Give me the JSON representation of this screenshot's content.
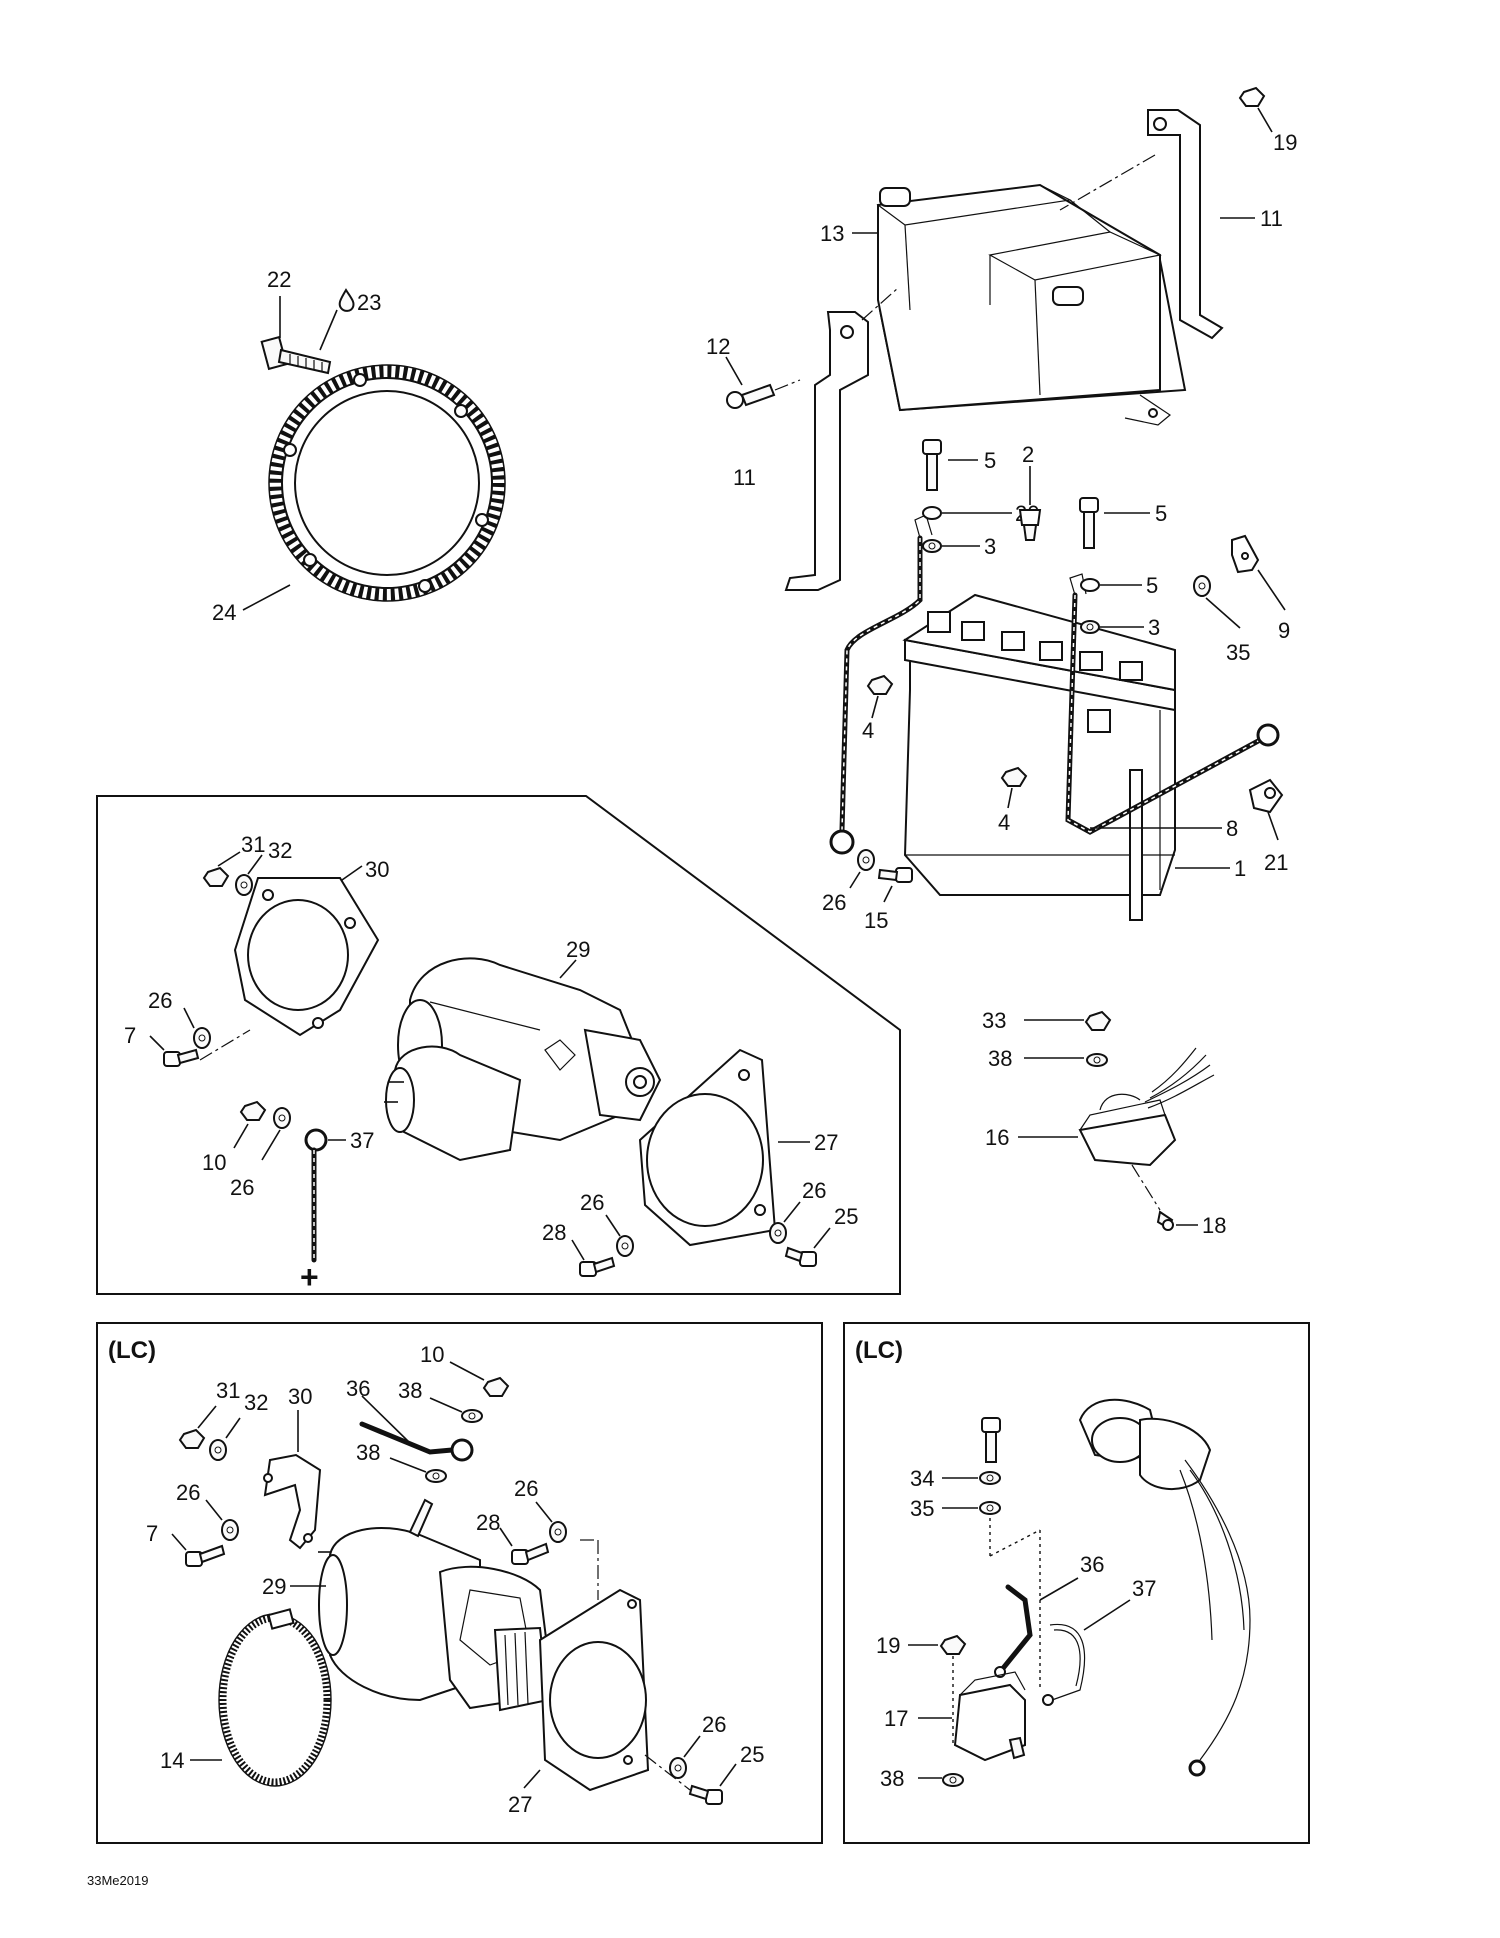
{
  "figure_code": "33Me2019",
  "panel_tags": [
    "(LC)",
    "(LC)"
  ],
  "plus_sign": "+",
  "callouts": {
    "c1": "1",
    "c2": "2",
    "c3a": "3",
    "c3b": "3",
    "c4a": "4",
    "c4b": "4",
    "c5a": "5",
    "c5b": "5",
    "c5c": "5",
    "c7a": "7",
    "c7b": "7",
    "c8": "8",
    "c9": "9",
    "c10a": "10",
    "c10b": "10",
    "c11a": "11",
    "c11b": "11",
    "c12": "12",
    "c13": "13",
    "c14": "14",
    "c15": "15",
    "c16": "16",
    "c17": "17",
    "c18": "18",
    "c19a": "19",
    "c19b": "19",
    "c20": "20",
    "c21": "21",
    "c22": "22",
    "c23": "23",
    "c24": "24",
    "c25a": "25",
    "c25b": "25",
    "c26a": "26",
    "c26b": "26",
    "c26c": "26",
    "c26d": "26",
    "c26e": "26",
    "c26f": "26",
    "c26g": "26",
    "c26h": "26",
    "c27a": "27",
    "c27b": "27",
    "c28a": "28",
    "c28b": "28",
    "c29a": "29",
    "c29b": "29",
    "c30a": "30",
    "c30b": "30",
    "c31a": "31",
    "c31b": "31",
    "c32a": "32",
    "c32b": "32",
    "c33": "33",
    "c34": "34",
    "c35a": "35",
    "c35b": "35",
    "c36a": "36",
    "c36b": "36",
    "c37a": "37",
    "c37b": "37",
    "c38a": "38",
    "c38b": "38",
    "c38c": "38",
    "c38d": "38"
  }
}
